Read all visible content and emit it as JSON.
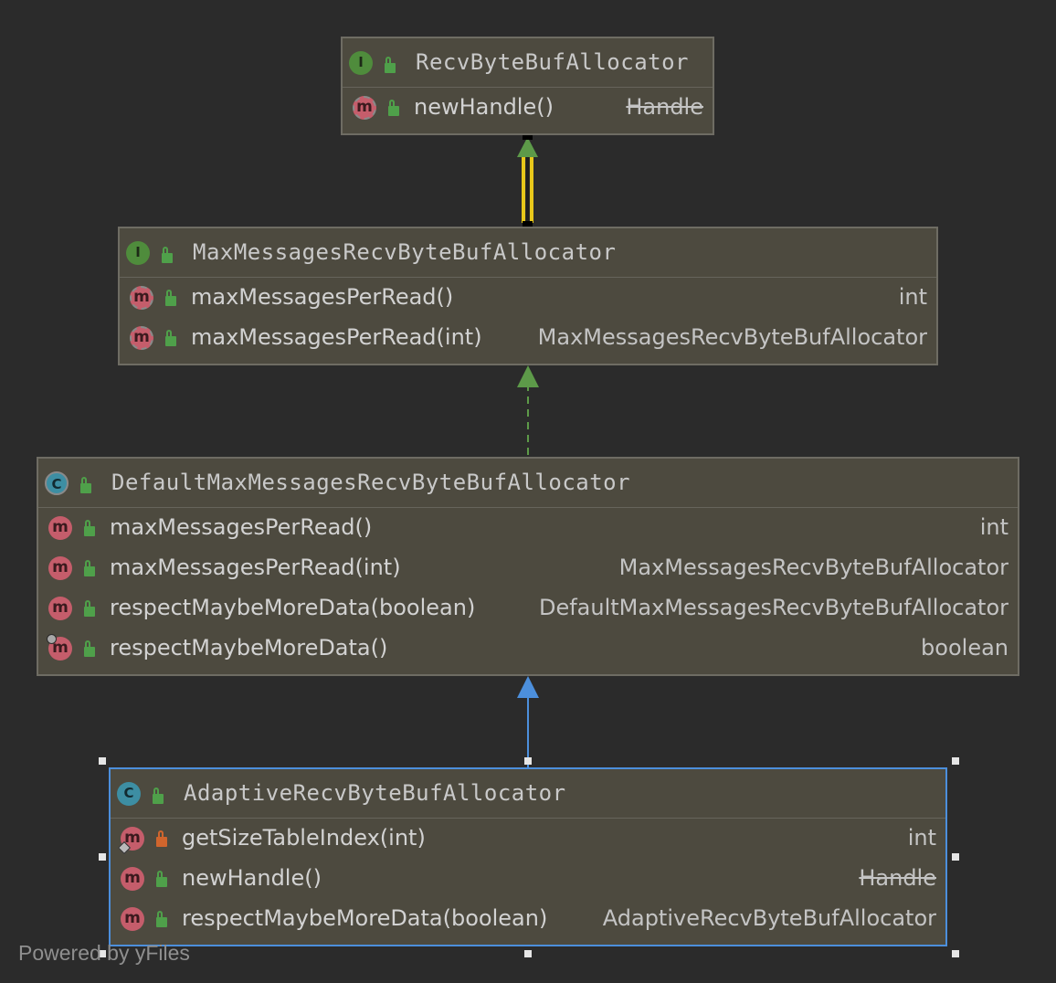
{
  "colors": {
    "background": "#2b2b2b",
    "node_fill": "#4d4a3f",
    "node_border": "#6e6c63",
    "selected_border": "#4c8fdc",
    "interface_icon": "#4f8c3c",
    "class_icon": "#3d8ea3",
    "method_icon": "#c55d6b",
    "public_lock": "#4fa04a",
    "private_lock": "#d0652d",
    "extends_arrow": "#4c8fdc",
    "implements_arrow": "#5d9a49",
    "selected_edge": "#e8c71a"
  },
  "nodes": {
    "recv": {
      "kind_icon": "interface-icon",
      "kind_letter": "I",
      "name": "RecvByteBufAllocator",
      "methods": [
        {
          "name": "newHandle()",
          "type": "Handle",
          "deprecated_type": true,
          "icon": "abstract-method-icon",
          "visibility": "public"
        }
      ]
    },
    "maxmsg": {
      "kind_icon": "interface-icon",
      "kind_letter": "I",
      "name": "MaxMessagesRecvByteBufAllocator",
      "methods": [
        {
          "name": "maxMessagesPerRead()",
          "type": "int",
          "icon": "abstract-method-icon",
          "visibility": "public"
        },
        {
          "name": "maxMessagesPerRead(int)",
          "type": "MaxMessagesRecvByteBufAllocator",
          "icon": "abstract-method-icon",
          "visibility": "public"
        }
      ]
    },
    "default": {
      "kind_icon": "abstract-class-icon",
      "kind_letter": "C",
      "name": "DefaultMaxMessagesRecvByteBufAllocator",
      "methods": [
        {
          "name": "maxMessagesPerRead()",
          "type": "int",
          "icon": "method-icon",
          "visibility": "public"
        },
        {
          "name": "maxMessagesPerRead(int)",
          "type": "MaxMessagesRecvByteBufAllocator",
          "icon": "method-icon",
          "visibility": "public"
        },
        {
          "name": "respectMaybeMoreData(boolean)",
          "type": "DefaultMaxMessagesRecvByteBufAllocator",
          "icon": "method-icon",
          "visibility": "public"
        },
        {
          "name": "respectMaybeMoreData()",
          "type": "boolean",
          "icon": "method-icon",
          "visibility": "public",
          "overlay": "override"
        }
      ]
    },
    "adaptive": {
      "kind_icon": "class-icon",
      "kind_letter": "C",
      "name": "AdaptiveRecvByteBufAllocator",
      "methods": [
        {
          "name": "getSizeTableIndex(int)",
          "type": "int",
          "icon": "method-icon",
          "visibility": "private",
          "overlay": "static"
        },
        {
          "name": "newHandle()",
          "type": "Handle",
          "deprecated_type": true,
          "icon": "method-icon",
          "visibility": "public"
        },
        {
          "name": "respectMaybeMoreData(boolean)",
          "type": "AdaptiveRecvByteBufAllocator",
          "icon": "method-icon",
          "visibility": "public"
        }
      ]
    }
  },
  "footer": {
    "text": "Powered by yFiles"
  }
}
